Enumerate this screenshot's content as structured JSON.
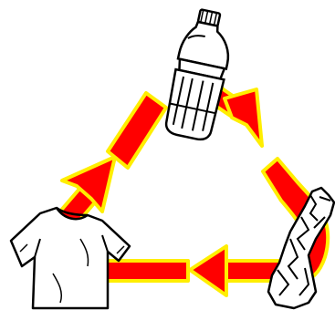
{
  "diagram": {
    "kind": "recycling-cycle",
    "stages": [
      {
        "name": "plastic-bottle",
        "icon": "bottle-icon"
      },
      {
        "name": "crushed-bottle",
        "icon": "crushed-bottle-icon"
      },
      {
        "name": "t-shirt",
        "icon": "tshirt-icon"
      }
    ],
    "flow": [
      "plastic-bottle",
      "crushed-bottle",
      "t-shirt",
      "plastic-bottle"
    ]
  },
  "colors": {
    "arrow_fill": "#ff0000",
    "arrow_outline": "#ffee00",
    "line": "#000000",
    "fill": "#ffffff",
    "background": "#ffffff"
  }
}
